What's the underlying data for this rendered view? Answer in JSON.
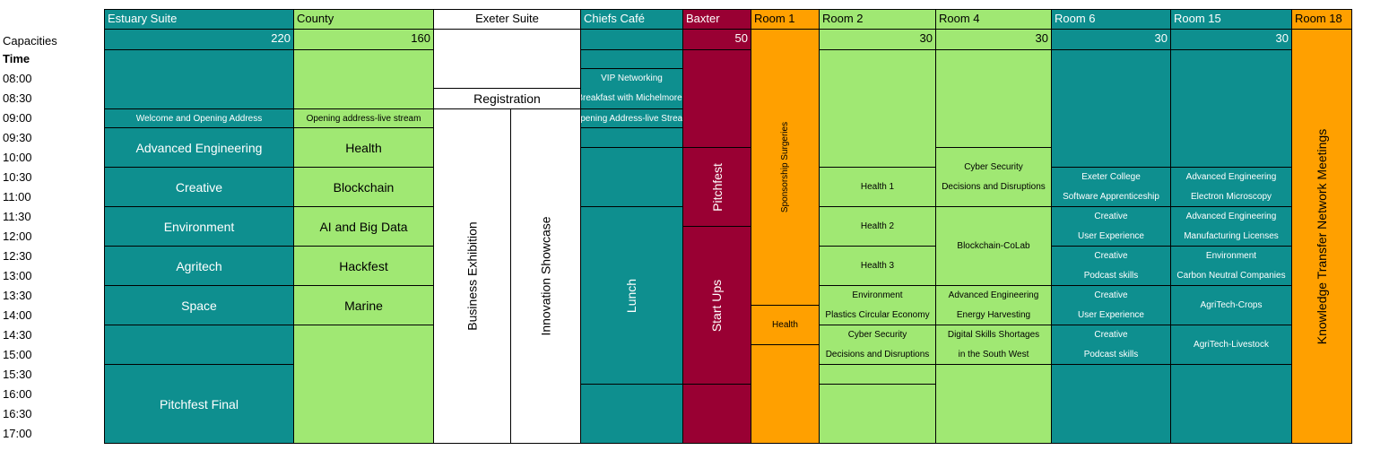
{
  "colors": {
    "teal": "#0e8f8f",
    "green": "#a0e873",
    "maroon": "#990033",
    "orange": "#ffa000",
    "white": "#ffffff"
  },
  "labels": {
    "capacities": "Capacities",
    "time": "Time"
  },
  "times": [
    "08:00",
    "08:30",
    "09:00",
    "09:30",
    "10:00",
    "10:30",
    "11:00",
    "11:30",
    "12:00",
    "12:30",
    "13:00",
    "13:30",
    "14:00",
    "14:30",
    "15:00",
    "15:30",
    "16:00",
    "16:30",
    "17:00"
  ],
  "rooms": {
    "estuary": "Estuary Suite",
    "county": "County",
    "exeter": "Exeter Suite",
    "chiefs": "Chiefs Café",
    "baxter": "Baxter",
    "room1": "Room 1",
    "room2": "Room 2",
    "room4": "Room 4",
    "room6": "Room 6",
    "room15": "Room 15",
    "room18": "Room 18"
  },
  "capacities": {
    "estuary": "220",
    "county": "160",
    "baxter": "50",
    "room2": "30",
    "room4": "30",
    "room6": "30",
    "room15": "30"
  },
  "sessions": {
    "estuary": {
      "welcome": "Welcome and Opening Address",
      "adv_eng": "Advanced Engineering",
      "creative": "Creative",
      "environment": "Environment",
      "agritech": "Agritech",
      "space": "Space",
      "pitchfest_final": "Pitchfest Final"
    },
    "county": {
      "opening": "Opening address-live stream",
      "health": "Health",
      "blockchain": "Blockchain",
      "ai": "AI and Big Data",
      "hackfest": "Hackfest",
      "marine": "Marine"
    },
    "exeter": {
      "registration": "Registration",
      "business": "Business Exhibition",
      "innovation": "Innovation Showcase"
    },
    "chiefs": {
      "vip_line1": "VIP Networking",
      "vip_line2": "Breakfast with Michelmores",
      "opening": "Opening Address-live Stream",
      "lunch": "Lunch"
    },
    "baxter": {
      "pitchfest": "Pitchfest",
      "startups": "Start Ups"
    },
    "room1": {
      "sponsorship": "Sponsorship Surgeries",
      "health": "Health"
    },
    "room2": {
      "health1": "Health 1",
      "health2": "Health 2",
      "health3": "Health 3",
      "env_line1": "Environment",
      "env_line2": "Plastics Circular Economy",
      "cyber_line1": "Cyber Security",
      "cyber_line2": "Decisions and Disruptions"
    },
    "room4": {
      "cyber_line1": "Cyber Security",
      "cyber_line2": "Decisions and Disruptions",
      "blockchain": "Blockchain-CoLab",
      "adv_line1": "Advanced Engineering",
      "adv_line2": "Energy Harvesting",
      "digital_line1": "Digital Skills Shortages",
      "digital_line2": "in the South West"
    },
    "room6": {
      "exeter_line1": "Exeter College",
      "exeter_line2": "Software Apprenticeship",
      "creative1_line1": "Creative",
      "creative1_line2": "User Experience",
      "creative2_line1": "Creative",
      "creative2_line2": "Podcast skills",
      "creative3_line1": "Creative",
      "creative3_line2": "User Experience",
      "creative4_line1": "Creative",
      "creative4_line2": "Podcast skills"
    },
    "room15": {
      "adv1_line1": "Advanced Engineering",
      "adv1_line2": "Electron Microscopy",
      "adv2_line1": "Advanced Engineering",
      "adv2_line2": "Manufacturing Licenses",
      "env_line1": "Environment",
      "env_line2": "Carbon Neutral Companies",
      "crops": "AgriTech-Crops",
      "livestock": "AgriTech-Livestock"
    },
    "room18": {
      "ktn": "Knowledge Transfer Network Meetings"
    }
  }
}
